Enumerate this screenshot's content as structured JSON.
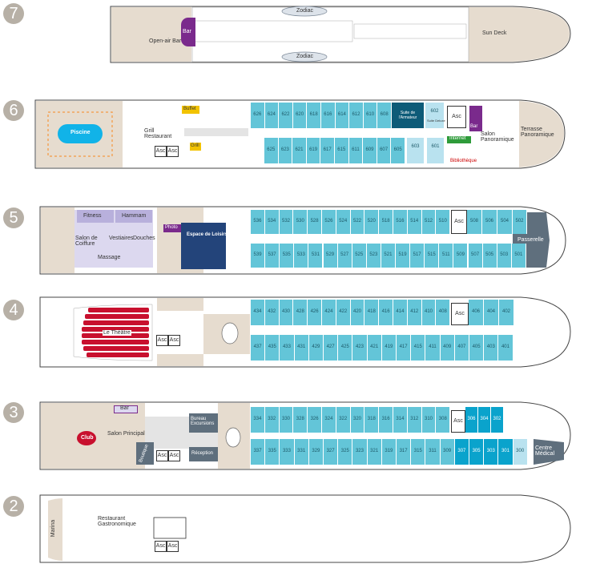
{
  "decks": [
    {
      "number": "7",
      "labels": {
        "bar": "Bar",
        "open_air_bar": "Open-air Bar",
        "zodiac_top": "Zodiac",
        "zodiac_bottom": "Zodiac",
        "sun_deck": "Sun Deck"
      }
    },
    {
      "number": "6",
      "labels": {
        "piscine": "Piscine",
        "grill_restaurant": "Grill Restaurant",
        "buffet": "Buffet",
        "grill": "Grill",
        "asc1": "Asc",
        "asc2": "Asc",
        "suite_armateur": "Suite de l'Armateur",
        "asc3": "Asc",
        "internet": "Internet",
        "bar": "Bar",
        "salon_panoramique": "Salon Panoramique",
        "bibliotheque": "Bibliothèque",
        "terrasse_panoramique": "Terrasse Panoramique",
        "suite_deluxe": "Suite Deluxe"
      },
      "cabins_top": [
        "626",
        "624",
        "622",
        "620",
        "618",
        "616",
        "614",
        "612",
        "610",
        "608"
      ],
      "cabins_bottom": [
        "625",
        "623",
        "621",
        "619",
        "617",
        "615",
        "611",
        "609",
        "607",
        "605"
      ],
      "suites_top": [
        "602"
      ],
      "suites_bottom": [
        "603",
        "601"
      ]
    },
    {
      "number": "5",
      "labels": {
        "fitness": "Fitness",
        "hammam": "Hammam",
        "salon_coiffure": "Salon de Coiffure",
        "vestiaires": "Vestiaires",
        "douches": "Douches",
        "massage": "Massage",
        "photo": "Photo",
        "espace_loisirs": "Espace de Loisirs",
        "asc": "Asc",
        "passerelle": "Passerelle"
      },
      "cabins_top": [
        "536",
        "534",
        "532",
        "530",
        "528",
        "526",
        "524",
        "522",
        "520",
        "518",
        "516",
        "514",
        "512",
        "510",
        "508",
        "506",
        "504",
        "502"
      ],
      "cabins_bottom": [
        "539",
        "537",
        "535",
        "533",
        "531",
        "529",
        "527",
        "525",
        "523",
        "521",
        "519",
        "517",
        "515",
        "511",
        "509",
        "507",
        "505",
        "503",
        "501"
      ]
    },
    {
      "number": "4",
      "labels": {
        "theatre": "Le Théâtre",
        "asc1": "Asc",
        "asc2": "Asc",
        "asc3": "Asc"
      },
      "cabins_top": [
        "434",
        "432",
        "430",
        "428",
        "426",
        "424",
        "422",
        "420",
        "418",
        "416",
        "414",
        "412",
        "410",
        "408",
        "406",
        "404",
        "402"
      ],
      "cabins_bottom": [
        "437",
        "435",
        "433",
        "431",
        "429",
        "427",
        "425",
        "423",
        "421",
        "419",
        "417",
        "415",
        "411",
        "409",
        "407",
        "405",
        "403",
        "401"
      ]
    },
    {
      "number": "3",
      "labels": {
        "bar": "Bar",
        "club": "Club",
        "salon_principal": "Salon Principal",
        "boutique": "Boutique",
        "asc1": "Asc",
        "asc2": "Asc",
        "bureau_excursions": "Bureau Excursions",
        "reception": "Réception",
        "asc3": "Asc",
        "centre_medical": "Centre Médical"
      },
      "cabins_top": [
        "334",
        "332",
        "330",
        "328",
        "326",
        "324",
        "322",
        "320",
        "318",
        "316",
        "314",
        "312",
        "310",
        "308",
        "306",
        "304",
        "302"
      ],
      "cabins_bottom": [
        "337",
        "335",
        "333",
        "331",
        "329",
        "327",
        "325",
        "323",
        "321",
        "319",
        "317",
        "315",
        "311",
        "309",
        "307",
        "305",
        "303",
        "301",
        "300"
      ]
    },
    {
      "number": "2",
      "labels": {
        "marina": "Marina",
        "restaurant": "Restaurant Gastronomique",
        "asc1": "Asc",
        "asc2": "Asc"
      }
    }
  ],
  "colors": {
    "cabin": "#63c5d8",
    "cabin_dark": "#0aa3cc",
    "hull_line": "#444444",
    "deck_wood": "#e6dccf",
    "lavender": "#b8b0dc",
    "suite_dark": "#0d5b78",
    "badge": "#b7b0a6",
    "green": "#2e9b3a",
    "purple": "#7a2a8c",
    "navy": "#23447a",
    "slate": "#5f6f7d"
  }
}
